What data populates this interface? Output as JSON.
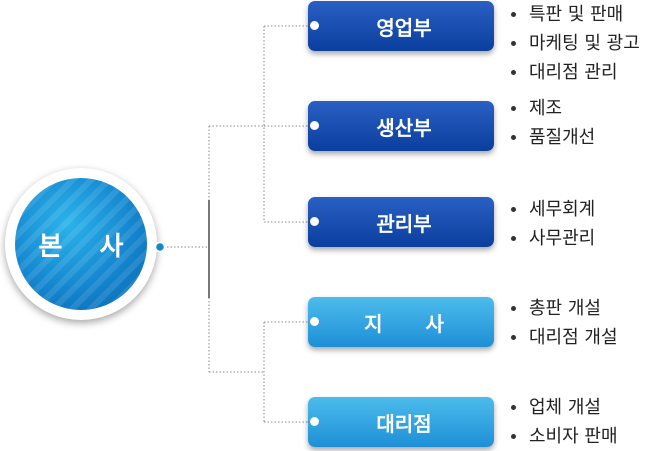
{
  "head_office": {
    "label": "본 사"
  },
  "departments": [
    {
      "name": "영업부",
      "tasks": [
        "특판 및 판매",
        "마케팅 및 광고",
        "대리점 관리"
      ]
    },
    {
      "name": "생산부",
      "tasks": [
        "제조",
        "품질개선"
      ]
    },
    {
      "name": "관리부",
      "tasks": [
        "세무회계",
        "사무관리"
      ]
    },
    {
      "name": "지 사",
      "tasks": [
        "총판 개설",
        "대리점 개설"
      ]
    },
    {
      "name": "대리점",
      "tasks": [
        "업체 개설",
        "소비자 판매"
      ]
    }
  ],
  "colors": {
    "dark_box": "#0b3f9e",
    "light_box": "#1e8fd6",
    "circle": "#1486cf"
  }
}
